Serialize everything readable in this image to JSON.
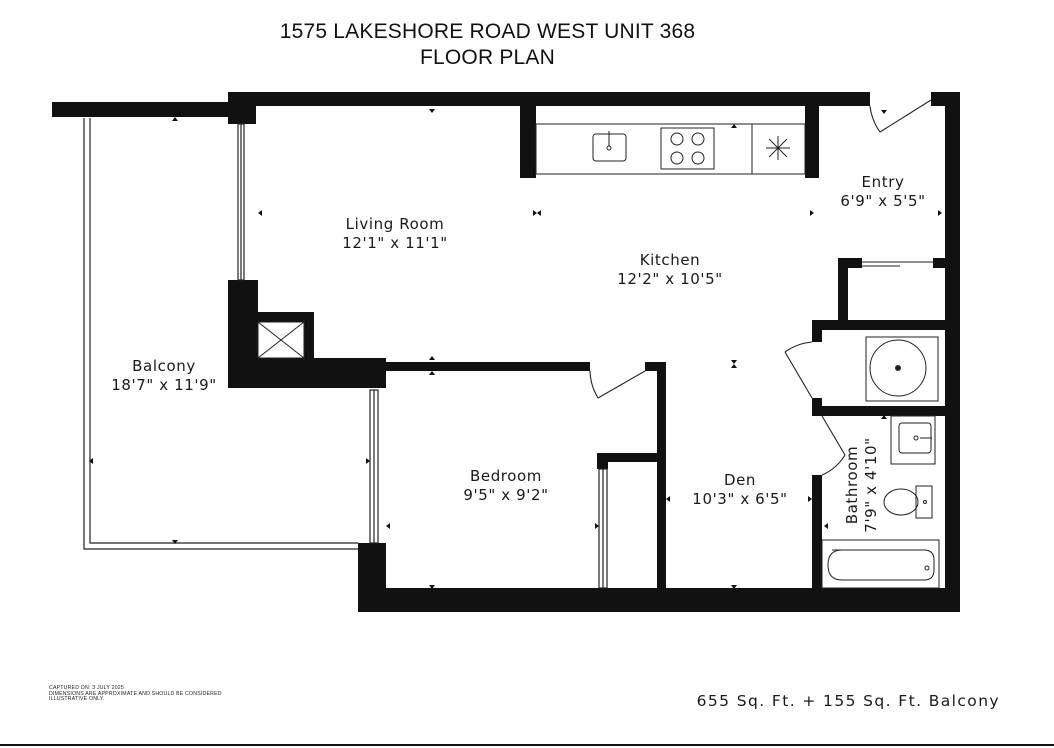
{
  "header": {
    "address": "1575 LAKESHORE ROAD WEST UNIT 368",
    "subtitle": "FLOOR PLAN"
  },
  "rooms": {
    "living_room": {
      "name": "Living Room",
      "dimensions": "12'1\" x 11'1\""
    },
    "kitchen": {
      "name": "Kitchen",
      "dimensions": "12'2\" x 10'5\""
    },
    "entry": {
      "name": "Entry",
      "dimensions": "6'9\" x 5'5\""
    },
    "balcony": {
      "name": "Balcony",
      "dimensions": "18'7\" x 11'9\""
    },
    "bedroom": {
      "name": "Bedroom",
      "dimensions": "9'5\" x 9'2\""
    },
    "den": {
      "name": "Den",
      "dimensions": "10'3\" x 6'5\""
    },
    "bathroom": {
      "name": "Bathroom",
      "dimensions": "7'9\" x 4'10\""
    }
  },
  "footer": {
    "capture_note": "CAPTURED ON: 3 JULY 2025",
    "disclaimer_line1": "DIMENSIONS ARE APPROXIMATE AND SHOULD BE CONSIDERED",
    "disclaimer_line2": "ILLUSTRATIVE ONLY.",
    "area_summary": "655 Sq. Ft. + 155 Sq. Ft. Balcony"
  },
  "colors": {
    "wall": "#111111",
    "background": "#ffffff",
    "fixture_stroke": "#222222"
  },
  "icons": [
    "sink-icon",
    "cooktop-icon",
    "fridge-icon",
    "washer-dryer-icon",
    "bathroom-sink-icon",
    "toilet-icon",
    "bathtub-icon",
    "shaft-icon"
  ]
}
